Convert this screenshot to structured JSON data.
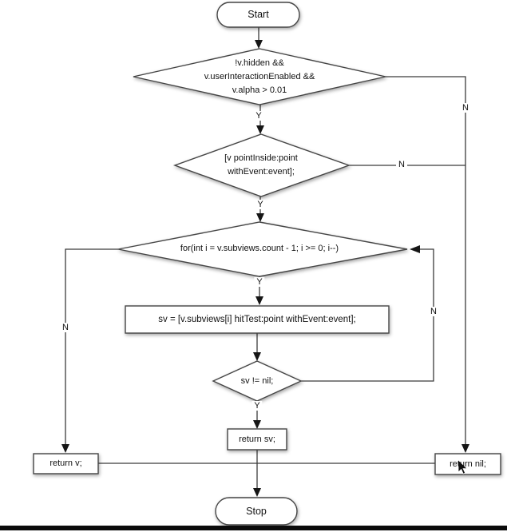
{
  "edge_labels": {
    "yes": "Y",
    "no": "N"
  },
  "nodes": {
    "start": {
      "label": "Start"
    },
    "visibility_check": {
      "lines": [
        "!v.hidden &&",
        "v.userInteractionEnabled &&",
        "v.alpha > 0.01"
      ]
    },
    "point_inside_check": {
      "lines": [
        "[v pointInside:point",
        "withEvent:event];"
      ]
    },
    "subviews_loop": {
      "label": "for(int i = v.subviews.count - 1; i >= 0; i--)"
    },
    "hit_test": {
      "label": "sv = [v.subviews[i] hitTest:point withEvent:event];"
    },
    "sv_not_nil": {
      "label": "sv != nil;"
    },
    "return_v": {
      "label": "return v;"
    },
    "return_sv": {
      "label": "return sv;"
    },
    "return_nil": {
      "label": "return nil;"
    },
    "stop": {
      "label": "Stop"
    }
  },
  "colors": {
    "background": "#ffffff",
    "line": "#3b3b3b",
    "node_fill": "#ffffff",
    "node_stroke": "#454545",
    "text": "#111111",
    "bottom_bar": "#0b0b0b"
  }
}
